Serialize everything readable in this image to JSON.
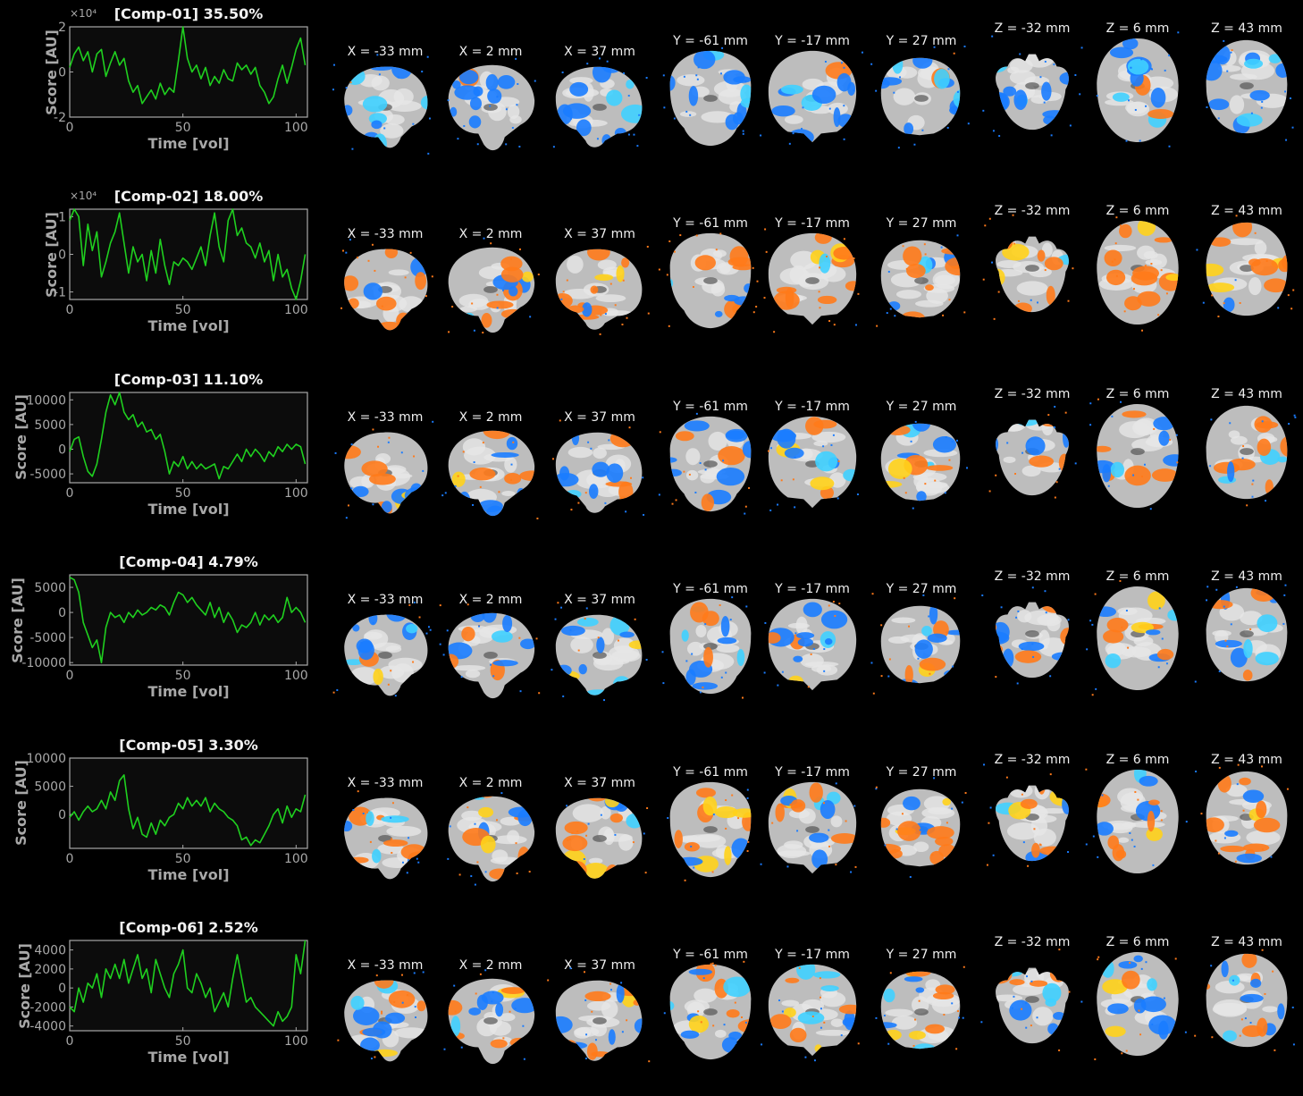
{
  "labels": {
    "xlabel": "Time [vol]",
    "ylabel": "Score [AU]",
    "scale": "×10⁴"
  },
  "slice_labels": [
    "X = -33 mm",
    "X = 2 mm",
    "X = 37 mm",
    "Y = -61 mm",
    "Y = -17 mm",
    "Y = 27 mm",
    "Z = -32 mm",
    "Z = 6 mm",
    "Z = 43 mm"
  ],
  "colors": {
    "line": "#1fd01f",
    "plot_bg": "#0c0c0c",
    "axis": "#a8a8a8",
    "positive": "#ff7a1a",
    "positive_hi": "#ffd21a",
    "negative": "#1a7cff",
    "negative_hi": "#3fd0ff",
    "brain": "#bdbdbd"
  },
  "chart_data": [
    {
      "type": "line",
      "title": "[Comp-01] 35.50%",
      "xlabel": "Time [vol]",
      "ylabel": "Score [AU]",
      "scale_label": "×10⁴",
      "xlim": [
        0,
        105
      ],
      "ylim": [
        -2,
        2
      ],
      "xticks": [
        0,
        50,
        100
      ],
      "yticks": [
        -2,
        0,
        2
      ],
      "ytick_labels": [
        "-2",
        "0",
        "2"
      ],
      "x": [
        0,
        2,
        4,
        6,
        8,
        10,
        12,
        14,
        16,
        18,
        20,
        22,
        24,
        26,
        28,
        30,
        32,
        34,
        36,
        38,
        40,
        42,
        44,
        46,
        48,
        50,
        52,
        54,
        56,
        58,
        60,
        62,
        64,
        66,
        68,
        70,
        72,
        74,
        76,
        78,
        80,
        82,
        84,
        86,
        88,
        90,
        92,
        94,
        96,
        98,
        100,
        102,
        104
      ],
      "values": [
        0.2,
        0.8,
        1.1,
        0.5,
        0.9,
        0.0,
        0.8,
        1.0,
        -0.2,
        0.4,
        0.9,
        0.3,
        0.6,
        -0.4,
        -0.9,
        -0.6,
        -1.4,
        -1.1,
        -0.8,
        -1.2,
        -0.5,
        -1.0,
        -0.7,
        -0.9,
        0.5,
        2.0,
        0.6,
        0.0,
        0.3,
        -0.3,
        0.2,
        -0.6,
        -0.2,
        -0.5,
        0.1,
        -0.3,
        -0.4,
        0.4,
        0.1,
        0.3,
        -0.1,
        0.2,
        -0.6,
        -0.9,
        -1.4,
        -1.1,
        -0.3,
        0.3,
        -0.5,
        0.2,
        1.0,
        1.5,
        0.3
      ]
    },
    {
      "type": "line",
      "title": "[Comp-02] 18.00%",
      "xlabel": "Time [vol]",
      "ylabel": "Score [AU]",
      "scale_label": "×10⁴",
      "xlim": [
        0,
        105
      ],
      "ylim": [
        -1.2,
        1.2
      ],
      "xticks": [
        0,
        50,
        100
      ],
      "yticks": [
        -1,
        0,
        1
      ],
      "ytick_labels": [
        "-1",
        "0",
        "1"
      ],
      "x": [
        0,
        2,
        4,
        6,
        8,
        10,
        12,
        14,
        16,
        18,
        20,
        22,
        24,
        26,
        28,
        30,
        32,
        34,
        36,
        38,
        40,
        42,
        44,
        46,
        48,
        50,
        52,
        54,
        56,
        58,
        60,
        62,
        64,
        66,
        68,
        70,
        72,
        74,
        76,
        78,
        80,
        82,
        84,
        86,
        88,
        90,
        92,
        94,
        96,
        98,
        100,
        102,
        104
      ],
      "values": [
        0.9,
        1.2,
        1.0,
        -0.3,
        0.8,
        0.1,
        0.6,
        -0.6,
        -0.2,
        0.3,
        0.6,
        1.1,
        0.3,
        -0.5,
        0.2,
        -0.2,
        0.0,
        -0.7,
        0.1,
        -0.5,
        0.4,
        -0.3,
        -0.8,
        -0.2,
        -0.3,
        -0.1,
        -0.2,
        -0.4,
        -0.1,
        0.2,
        -0.3,
        0.5,
        1.1,
        0.2,
        -0.2,
        0.9,
        1.2,
        0.5,
        0.7,
        0.3,
        0.2,
        -0.1,
        0.3,
        -0.2,
        0.1,
        -0.7,
        0.0,
        -0.6,
        -0.4,
        -0.9,
        -1.2,
        -0.7,
        0.0
      ]
    },
    {
      "type": "line",
      "title": "[Comp-03] 11.10%",
      "xlabel": "Time [vol]",
      "ylabel": "Score [AU]",
      "xlim": [
        0,
        105
      ],
      "ylim": [
        -6800,
        11500
      ],
      "xticks": [
        0,
        50,
        100
      ],
      "yticks": [
        -5000,
        0,
        5000,
        10000
      ],
      "ytick_labels": [
        "-5000",
        "0",
        "5000",
        "10000"
      ],
      "x": [
        0,
        2,
        4,
        6,
        8,
        10,
        12,
        14,
        16,
        18,
        20,
        22,
        24,
        26,
        28,
        30,
        32,
        34,
        36,
        38,
        40,
        42,
        44,
        46,
        48,
        50,
        52,
        54,
        56,
        58,
        60,
        62,
        64,
        66,
        68,
        70,
        72,
        74,
        76,
        78,
        80,
        82,
        84,
        86,
        88,
        90,
        92,
        94,
        96,
        98,
        100,
        102,
        104
      ],
      "values": [
        -500,
        2000,
        2500,
        -1500,
        -4500,
        -5500,
        -3000,
        2000,
        7500,
        11000,
        9000,
        11500,
        7500,
        6000,
        7000,
        4500,
        5500,
        3500,
        4000,
        2000,
        3000,
        -500,
        -5000,
        -2500,
        -3500,
        -1500,
        -4000,
        -2500,
        -4000,
        -3000,
        -4000,
        -3500,
        -3000,
        -6000,
        -3500,
        -4000,
        -2500,
        -1000,
        -2500,
        0,
        -1500,
        0,
        -1000,
        -2500,
        -500,
        -1500,
        500,
        -500,
        1000,
        0,
        1000,
        500,
        -3000
      ]
    },
    {
      "type": "line",
      "title": "[Comp-04] 4.79%",
      "xlabel": "Time [vol]",
      "ylabel": "Score [AU]",
      "xlim": [
        0,
        105
      ],
      "ylim": [
        -10500,
        7500
      ],
      "xticks": [
        0,
        50,
        100
      ],
      "yticks": [
        -10000,
        -5000,
        0,
        5000
      ],
      "ytick_labels": [
        "-10000",
        "-5000",
        "0",
        "5000"
      ],
      "x": [
        0,
        2,
        4,
        6,
        8,
        10,
        12,
        14,
        16,
        18,
        20,
        22,
        24,
        26,
        28,
        30,
        32,
        34,
        36,
        38,
        40,
        42,
        44,
        46,
        48,
        50,
        52,
        54,
        56,
        58,
        60,
        62,
        64,
        66,
        68,
        70,
        72,
        74,
        76,
        78,
        80,
        82,
        84,
        86,
        88,
        90,
        92,
        94,
        96,
        98,
        100,
        102,
        104
      ],
      "values": [
        7000,
        6500,
        4000,
        -2000,
        -4500,
        -7000,
        -5500,
        -10000,
        -3000,
        0,
        -1000,
        -500,
        -2000,
        0,
        -1000,
        500,
        -500,
        0,
        1000,
        500,
        1500,
        1000,
        -500,
        2000,
        4000,
        3500,
        2000,
        3000,
        1500,
        500,
        -500,
        2000,
        -1000,
        1000,
        -2000,
        0,
        -1500,
        -4000,
        -2500,
        -3000,
        -2000,
        0,
        -2500,
        -500,
        -1500,
        -500,
        -2000,
        -1000,
        3000,
        0,
        1000,
        0,
        -2000
      ]
    },
    {
      "type": "line",
      "title": "[Comp-05] 3.30%",
      "xlabel": "Time [vol]",
      "ylabel": "Score [AU]",
      "xlim": [
        0,
        105
      ],
      "ylim": [
        -6000,
        10000
      ],
      "xticks": [
        0,
        50,
        100
      ],
      "yticks": [
        0,
        5000,
        10000
      ],
      "ytick_labels": [
        "0",
        "5000",
        "10000"
      ],
      "x": [
        0,
        2,
        4,
        6,
        8,
        10,
        12,
        14,
        16,
        18,
        20,
        22,
        24,
        26,
        28,
        30,
        32,
        34,
        36,
        38,
        40,
        42,
        44,
        46,
        48,
        50,
        52,
        54,
        56,
        58,
        60,
        62,
        64,
        66,
        68,
        70,
        72,
        74,
        76,
        78,
        80,
        82,
        84,
        86,
        88,
        90,
        92,
        94,
        96,
        98,
        100,
        102,
        104
      ],
      "values": [
        -500,
        500,
        -1000,
        500,
        1500,
        500,
        1000,
        2500,
        1000,
        4000,
        2500,
        6000,
        7000,
        1000,
        -2500,
        -500,
        -3500,
        -4000,
        -1500,
        -3500,
        -1000,
        -2000,
        -500,
        0,
        2000,
        1000,
        3000,
        1500,
        2500,
        1500,
        3000,
        500,
        2000,
        1000,
        500,
        -500,
        -1000,
        -2000,
        -4500,
        -4000,
        -5500,
        -4500,
        -5000,
        -3500,
        -2000,
        0,
        1000,
        -1500,
        1500,
        -500,
        1000,
        500,
        3500
      ]
    },
    {
      "type": "line",
      "title": "[Comp-06] 2.52%",
      "xlabel": "Time [vol]",
      "ylabel": "Score [AU]",
      "xlim": [
        0,
        105
      ],
      "ylim": [
        -4500,
        5000
      ],
      "xticks": [
        0,
        50,
        100
      ],
      "yticks": [
        -4000,
        -2000,
        0,
        2000,
        4000
      ],
      "ytick_labels": [
        "-4000",
        "-2000",
        "0",
        "2000",
        "4000"
      ],
      "x": [
        0,
        2,
        4,
        6,
        8,
        10,
        12,
        14,
        16,
        18,
        20,
        22,
        24,
        26,
        28,
        30,
        32,
        34,
        36,
        38,
        40,
        42,
        44,
        46,
        48,
        50,
        52,
        54,
        56,
        58,
        60,
        62,
        64,
        66,
        68,
        70,
        72,
        74,
        76,
        78,
        80,
        82,
        84,
        86,
        88,
        90,
        92,
        94,
        96,
        98,
        100,
        102,
        104
      ],
      "values": [
        -2000,
        -2500,
        0,
        -1500,
        500,
        0,
        1500,
        -1000,
        2000,
        1000,
        2500,
        1000,
        3000,
        500,
        2000,
        3500,
        1000,
        2000,
        -500,
        3000,
        1500,
        0,
        -1000,
        1500,
        2500,
        4000,
        0,
        -500,
        1500,
        500,
        -1000,
        0,
        -2500,
        -1500,
        -500,
        -2000,
        1000,
        3500,
        1000,
        -1500,
        -1000,
        -2000,
        -2500,
        -3000,
        -3500,
        -4000,
        -2500,
        -3500,
        -3000,
        -2000,
        3500,
        1500,
        5000
      ]
    }
  ]
}
